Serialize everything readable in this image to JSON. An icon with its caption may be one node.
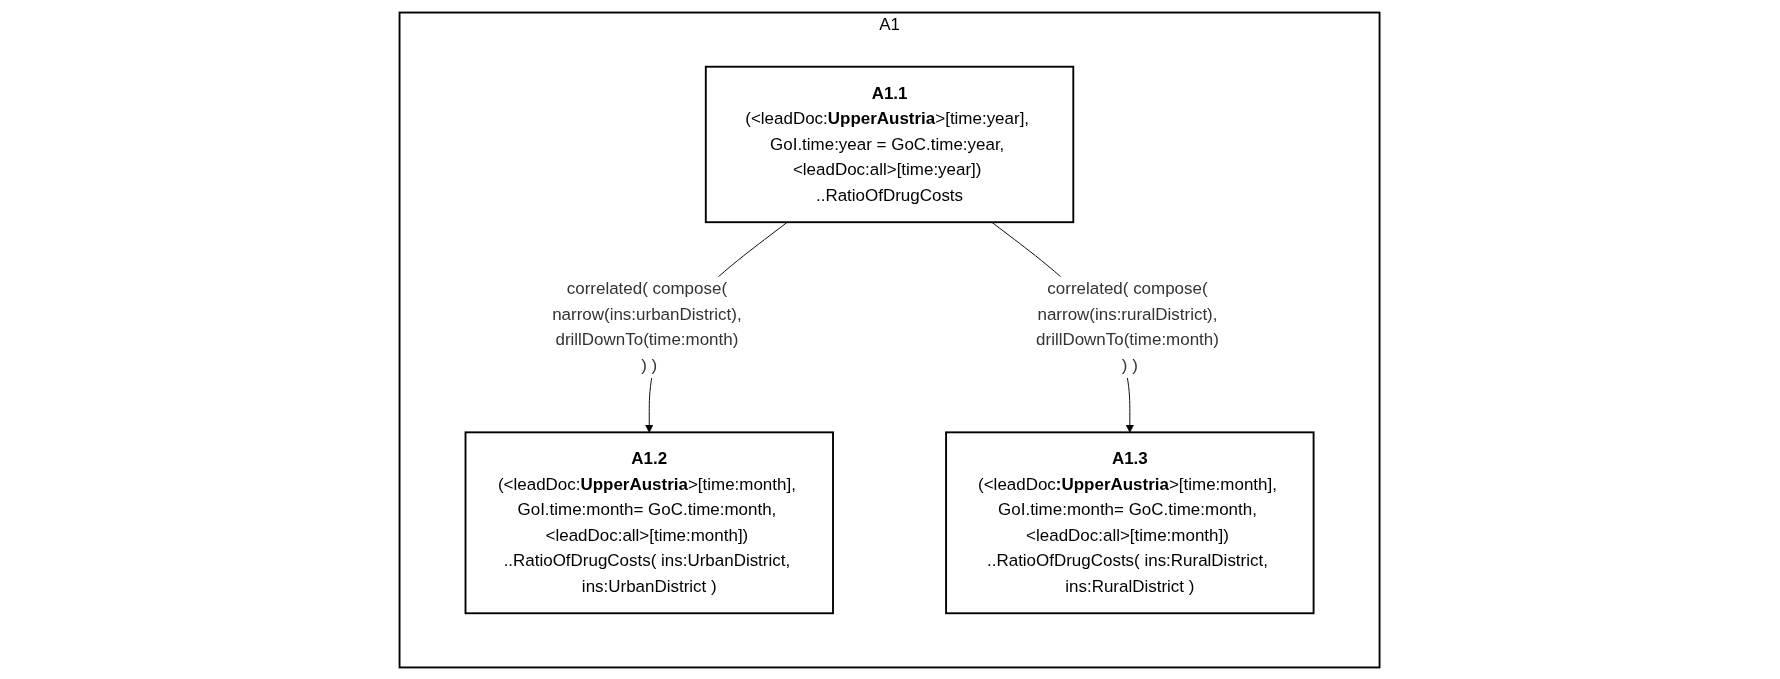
{
  "diagram": {
    "nodes": [
      {
        "text": [
          "A1"
        ]
      },
      {
        "text": [
          "A1.1",
          "(<leadDoc:**UpperAustria**>[time:year], GoI.time:year = GoC.time:year, <leadDoc:all>[time:year]) ..RatioOfDrugCosts"
        ],
        "in": 0
      },
      {
        "text": [
          "A1.2",
          "(<leadDoc:**UpperAustria**>[time:month], GoI.time:month= GoC.time:month, <leadDoc:all>[time:month]) ..RatioOfDrugCosts( ins:UrbanDistrict, ins:UrbanDistrict )"
        ],
        "in": 0
      },
      {
        "text": [
          "A1.3",
          "(<leadDoc**:UpperAustria**>[time:month], GoI.time:month= GoC.time:month, <leadDoc:all>[time:month]) ..RatioOfDrugCosts( ins:RuralDistrict, ins:RuralDistrict )"
        ],
        "in": 0
      }
    ],
    "edges": [
      {
        "from": 1,
        "to": 2,
        "arrow": "to",
        "label": "correlated( compose( narrow(ins:urbanDistrict), drillDownTo(time:month) ) )"
      },
      {
        "from": 1,
        "to": 3,
        "arrow": "to",
        "label": "correlated( compose( narrow(ins:ruralDistrict), drillDownTo(time:month) ) )"
      }
    ]
  }
}
